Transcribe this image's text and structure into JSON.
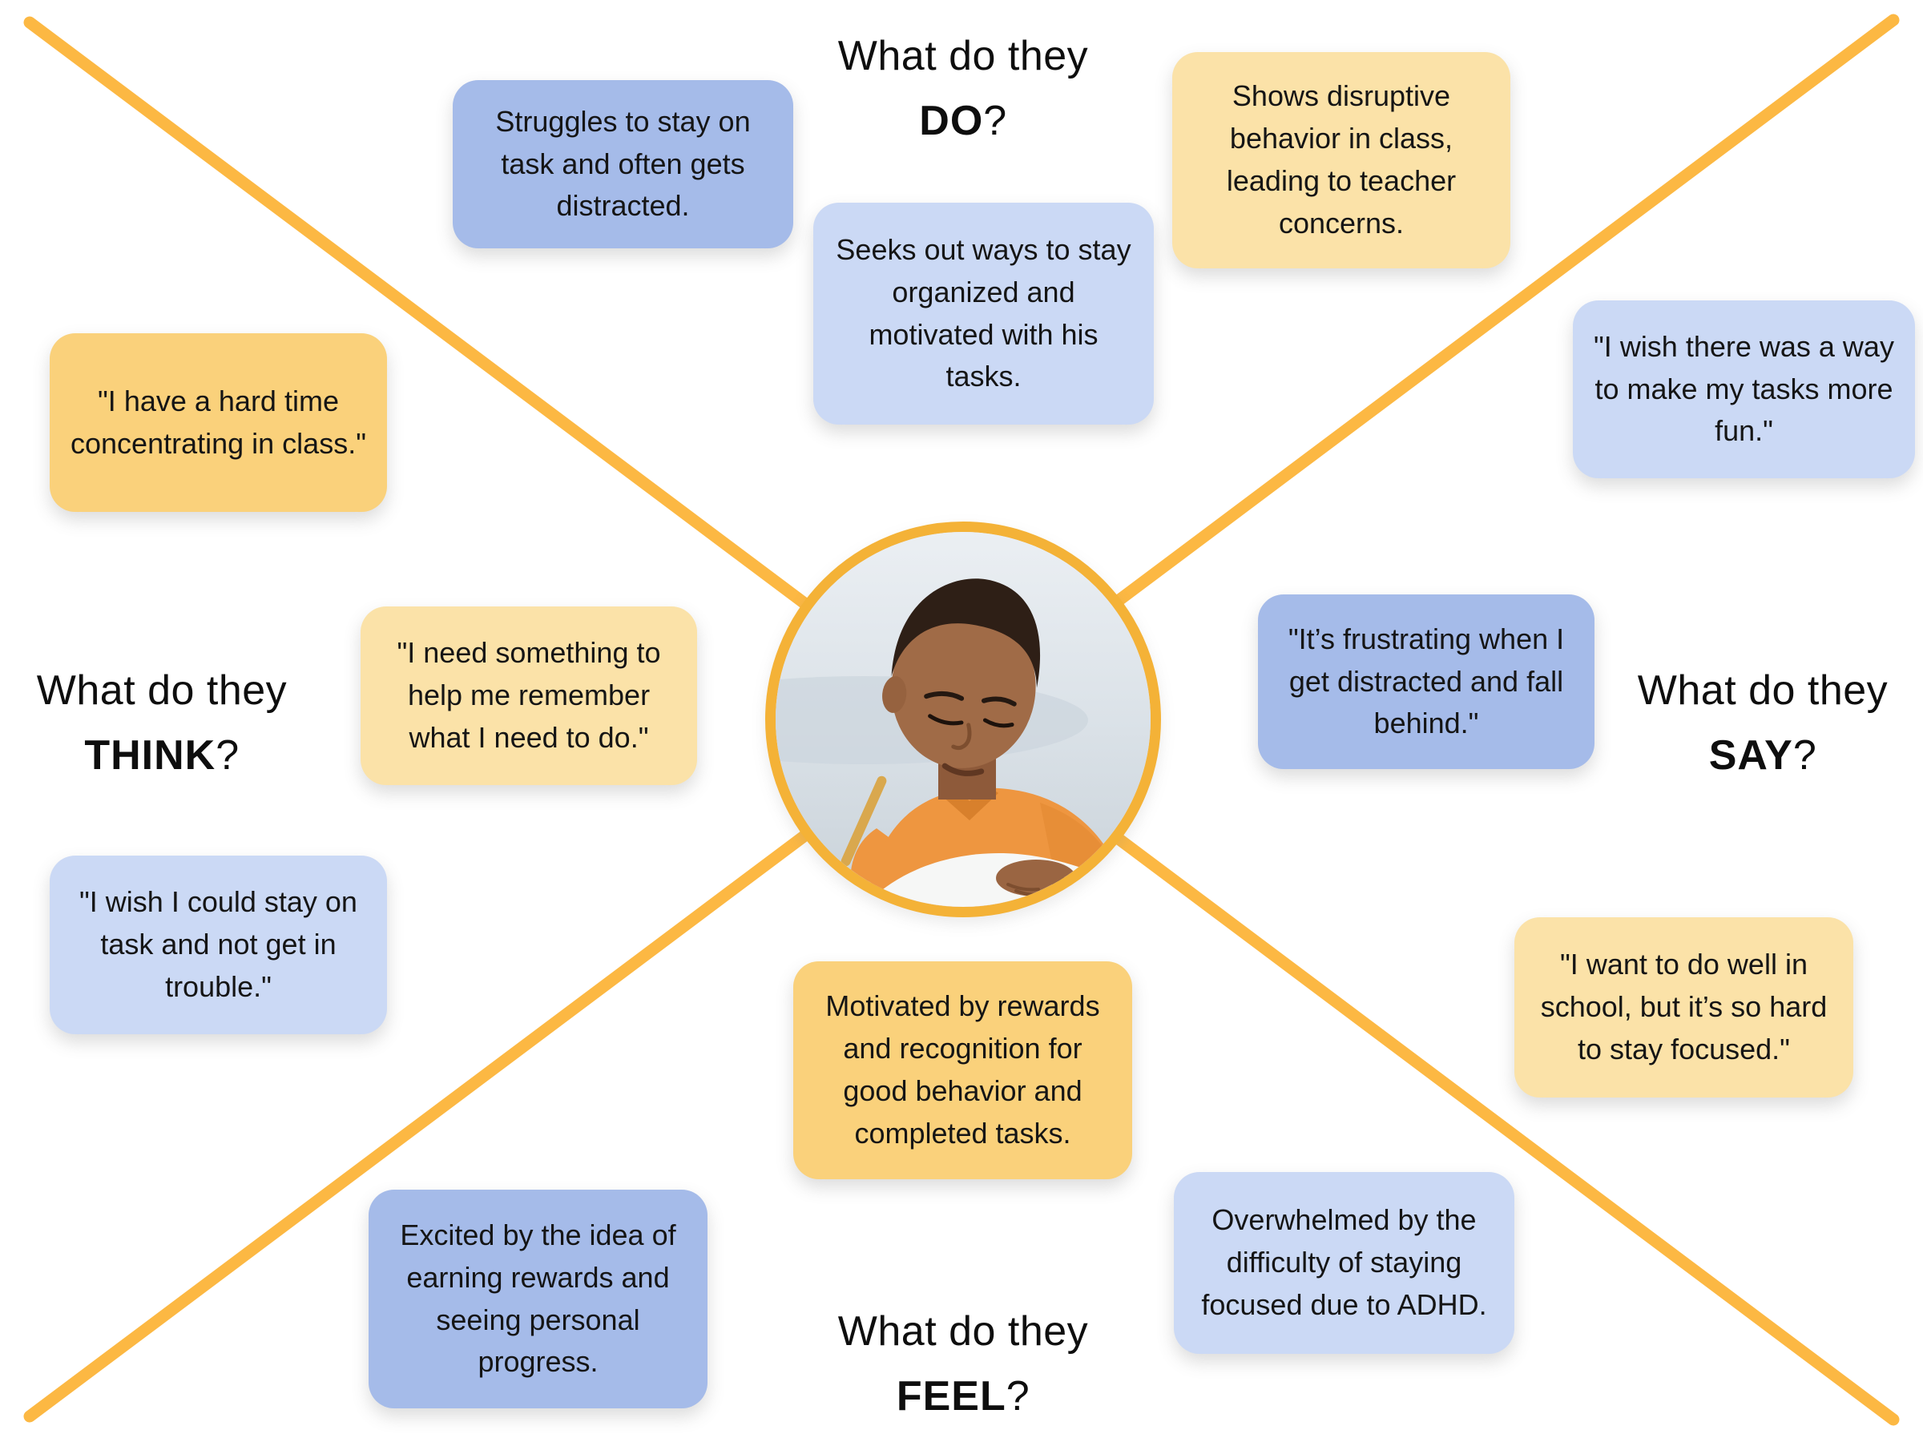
{
  "palette": {
    "background": "#FFFFFF",
    "line_gold": "#FCB843",
    "ring_gold": "#F4B237",
    "card_blue": "#A5BBE9",
    "card_blue_light": "#CBD9F5",
    "card_yellow": "#FAD17B",
    "card_yellow_light": "#FBE2A8",
    "text": "#151515"
  },
  "quadrants": {
    "do": {
      "prefix": "What do they",
      "keyword": "DO",
      "punctuation": "?"
    },
    "say": {
      "prefix": "What do they",
      "keyword": "SAY",
      "punctuation": "?"
    },
    "think": {
      "prefix": "What do they",
      "keyword": "THINK",
      "punctuation": "?"
    },
    "feel": {
      "prefix": "What do they",
      "keyword": "FEEL",
      "punctuation": "?"
    }
  },
  "cards": [
    {
      "quadrant": "do",
      "color": "blue-dark",
      "text": "Struggles to stay on task and often gets distracted."
    },
    {
      "quadrant": "do",
      "color": "blue-light",
      "text": "Seeks out ways to stay organized and motivated with his tasks."
    },
    {
      "quadrant": "do",
      "color": "yellow-light",
      "text": "Shows disruptive behavior in class, leading to teacher concerns."
    },
    {
      "quadrant": "say",
      "color": "blue-light",
      "text": "\"I wish there was a way to make my tasks more fun.\""
    },
    {
      "quadrant": "say",
      "color": "blue-dark",
      "text": "\"It’s frustrating when I get distracted and fall behind.\""
    },
    {
      "quadrant": "say",
      "color": "yellow-light",
      "text": "\"I want to do well in school, but it’s so hard to stay focused.\""
    },
    {
      "quadrant": "think",
      "color": "yellow-dark",
      "text": "\"I have a hard time concentrating in class.\""
    },
    {
      "quadrant": "think",
      "color": "yellow-light",
      "text": "\"I need something to help me remember what I need to do.\""
    },
    {
      "quadrant": "think",
      "color": "blue-light",
      "text": "\"I wish I could stay on task and not get in trouble.\""
    },
    {
      "quadrant": "feel",
      "color": "yellow-dark",
      "text": "Motivated by rewards and recognition for good behavior and completed tasks."
    },
    {
      "quadrant": "feel",
      "color": "blue-dark",
      "text": "Excited by the idea of earning rewards and seeing personal progress."
    },
    {
      "quadrant": "feel",
      "color": "blue-light",
      "text": "Overwhelmed by the difficulty of staying focused due to ADHD."
    }
  ],
  "center_image": {
    "description": "Boy in an orange shirt writing in an open book"
  }
}
